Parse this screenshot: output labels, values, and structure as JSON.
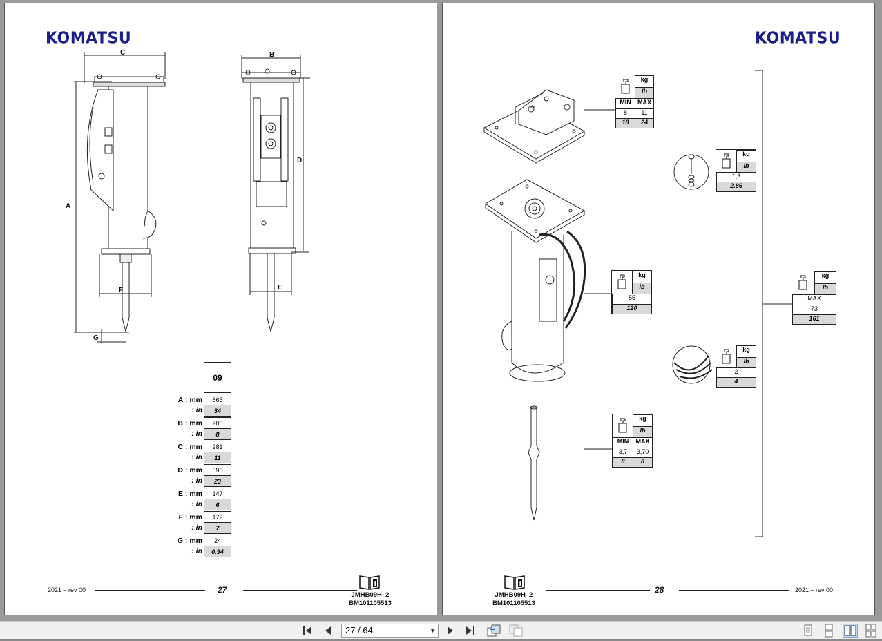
{
  "brand": "KOMATSU",
  "left_page": {
    "footer_date": "2021 – rev 00",
    "page_number": "27",
    "doc_code_1": "JMHB09H–2",
    "doc_code_2": "BM101105513",
    "drawing_labels": {
      "a": "A",
      "b": "B",
      "c": "C",
      "d": "D",
      "e": "E",
      "f": "F",
      "g": "G"
    },
    "table": {
      "model": "09",
      "rows": [
        {
          "label_mm": "A : mm",
          "label_in": ": in",
          "mm": "865",
          "in": "34"
        },
        {
          "label_mm": "B : mm",
          "label_in": ": in",
          "mm": "200",
          "in": "8"
        },
        {
          "label_mm": "C : mm",
          "label_in": ": in",
          "mm": "281",
          "in": "11"
        },
        {
          "label_mm": "D : mm",
          "label_in": ": in",
          "mm": "595",
          "in": "23"
        },
        {
          "label_mm": "E : mm",
          "label_in": ": in",
          "mm": "147",
          "in": "6"
        },
        {
          "label_mm": "F : mm",
          "label_in": ": in",
          "mm": "172",
          "in": "7"
        },
        {
          "label_mm": "G : mm",
          "label_in": ": in",
          "mm": "24",
          "in": "0.94"
        }
      ]
    }
  },
  "right_page": {
    "footer_date": "2021 – rev 00",
    "page_number": "28",
    "doc_code_1": "JMHB09H–2",
    "doc_code_2": "BM101105513",
    "unit_kg": "kg",
    "unit_lb": "lb",
    "bracket": {
      "min_label": "MIN",
      "max_label": "MAX",
      "min_kg": "8",
      "max_kg": "11",
      "min_lb": "18",
      "max_lb": "24"
    },
    "bolts": {
      "kg": "1,3",
      "lb": "2.86"
    },
    "breaker": {
      "kg": "55",
      "lb": "120"
    },
    "total": {
      "max_label": "MAX",
      "kg": "73",
      "lb": "161"
    },
    "hoses": {
      "kg": "2",
      "lb": "4"
    },
    "chisel": {
      "min_label": "MIN",
      "max_label": "MAX",
      "min_kg": "3,7",
      "max_kg": "3,70",
      "min_lb": "8",
      "max_lb": "8"
    }
  },
  "toolbar": {
    "page_display": "27 / 64",
    "buttons": [
      "first-page",
      "previous-page",
      "next-page",
      "last-page",
      "rotate",
      "fit"
    ]
  }
}
